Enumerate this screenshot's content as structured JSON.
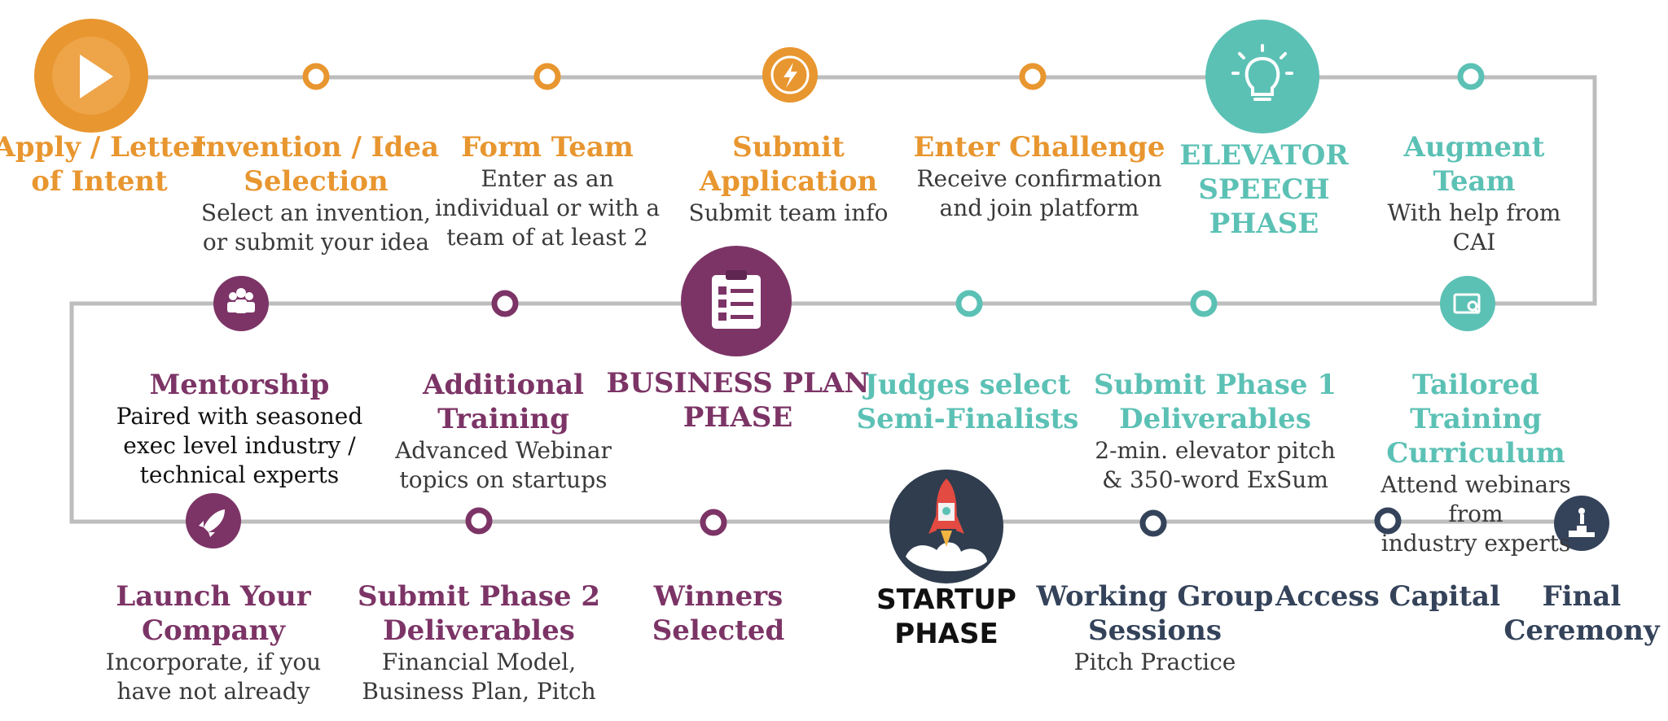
{
  "colors": {
    "orange": "#e8962f",
    "teal": "#5cc1b5",
    "purple": "#7c3466",
    "navy": "#34435a",
    "line": "#bdbdbd"
  },
  "steps": [
    {
      "id": "apply",
      "title": "Apply / Letter\nof Intent",
      "desc": "",
      "color": "orange",
      "icon": "play-icon"
    },
    {
      "id": "invention",
      "title": "Invention / Idea\nSelection",
      "desc": "Select an invention,\nor submit your idea",
      "color": "orange",
      "icon": ""
    },
    {
      "id": "form-team",
      "title": "Form Team",
      "desc": "Enter as an\nindividual or with a\nteam of at least 2",
      "color": "orange",
      "icon": ""
    },
    {
      "id": "submit-application",
      "title": "Submit\nApplication",
      "desc": "Submit team info",
      "color": "orange",
      "icon": "lightning-icon"
    },
    {
      "id": "enter-challenge",
      "title": "Enter Challenge",
      "desc": "Receive confirmation\nand join platform",
      "color": "orange",
      "icon": ""
    },
    {
      "id": "elevator-phase",
      "title": "ELEVATOR\nSPEECH\nPHASE",
      "desc": "",
      "color": "teal",
      "icon": "lightbulb-icon"
    },
    {
      "id": "augment-team",
      "title": "Augment Team",
      "desc": "With help from CAI",
      "color": "teal",
      "icon": ""
    },
    {
      "id": "tailored-training",
      "title": "Tailored Training\nCurriculum",
      "desc": "Attend webinars from\nindustry experts",
      "color": "teal",
      "icon": "monitor-search-icon"
    },
    {
      "id": "submit-phase1",
      "title": "Submit Phase 1\nDeliverables",
      "desc": "2-min. elevator pitch\n& 350-word ExSum",
      "color": "teal",
      "icon": ""
    },
    {
      "id": "judges-select",
      "title": "Judges select\nSemi-Finalists",
      "desc": "",
      "color": "teal",
      "icon": ""
    },
    {
      "id": "business-plan-phase",
      "title": "BUSINESS PLAN\nPHASE",
      "desc": "",
      "color": "purple",
      "icon": "clipboard-icon"
    },
    {
      "id": "additional-training",
      "title": "Additional\nTraining",
      "desc": "Advanced Webinar\ntopics on startups",
      "color": "purple",
      "icon": ""
    },
    {
      "id": "mentorship",
      "title": "Mentorship",
      "desc": "Paired with seasoned\nexec level industry /\ntechnical experts",
      "color": "purple",
      "icon": "team-icon"
    },
    {
      "id": "launch-company",
      "title": "Launch Your\nCompany",
      "desc": "Incorporate, if you\nhave not already",
      "color": "purple",
      "icon": "rocket-icon"
    },
    {
      "id": "submit-phase2",
      "title": "Submit Phase 2\nDeliverables",
      "desc": "Financial Model,\nBusiness Plan, Pitch",
      "color": "purple",
      "icon": ""
    },
    {
      "id": "winners-selected",
      "title": "Winners\nSelected",
      "desc": "",
      "color": "purple",
      "icon": ""
    },
    {
      "id": "startup-phase",
      "title": "STARTUP\nPHASE",
      "desc": "",
      "color": "black",
      "icon": "rocket-launch-icon"
    },
    {
      "id": "working-group",
      "title": "Working Group\nSessions",
      "desc": "Pitch Practice",
      "color": "navy",
      "icon": ""
    },
    {
      "id": "access-capital",
      "title": "Access Capital",
      "desc": "",
      "color": "navy",
      "icon": ""
    },
    {
      "id": "final-ceremony",
      "title": "Final\nCeremony",
      "desc": "",
      "color": "navy",
      "icon": "podium-icon"
    }
  ]
}
